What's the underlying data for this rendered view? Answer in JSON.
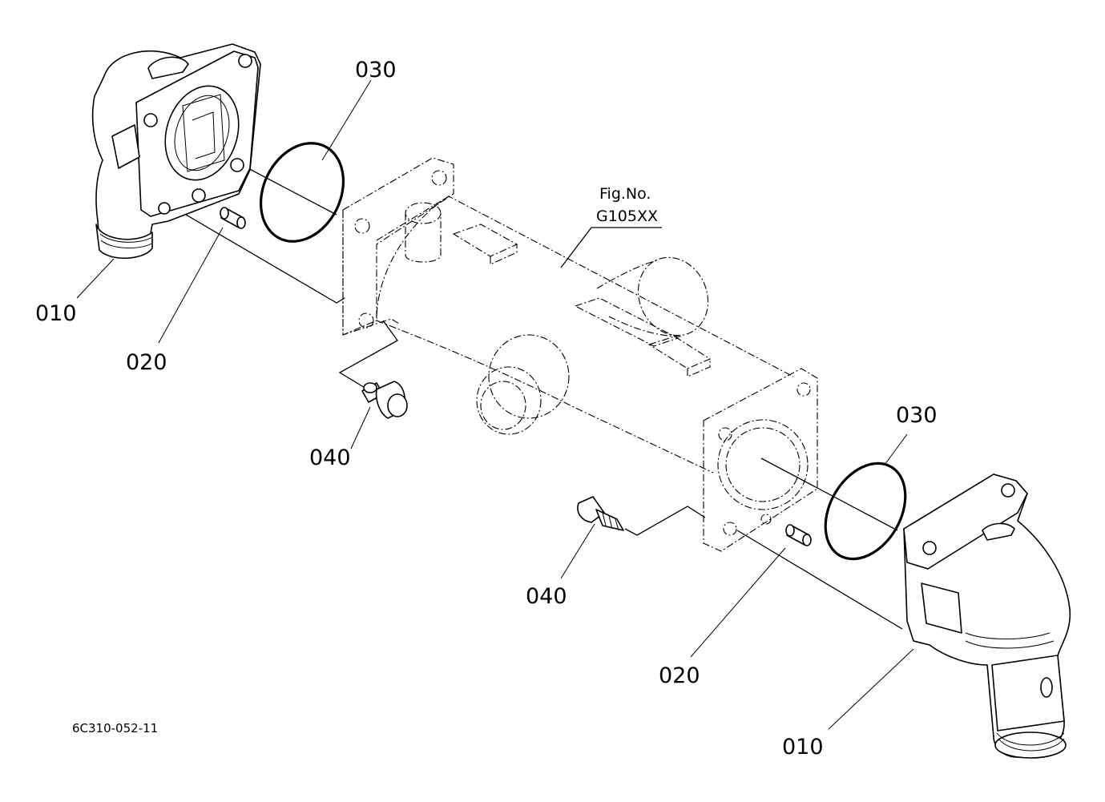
{
  "figure": {
    "fig_no_label": "Fig.No.",
    "fig_no_value": "G105XX",
    "drawing_code": "6C310-052-11"
  },
  "callouts": {
    "c010_left": "010",
    "c020_left": "020",
    "c030_top": "030",
    "c040_left": "040",
    "c030_right": "030",
    "c040_bottom": "040",
    "c020_right": "020",
    "c010_right": "010"
  }
}
